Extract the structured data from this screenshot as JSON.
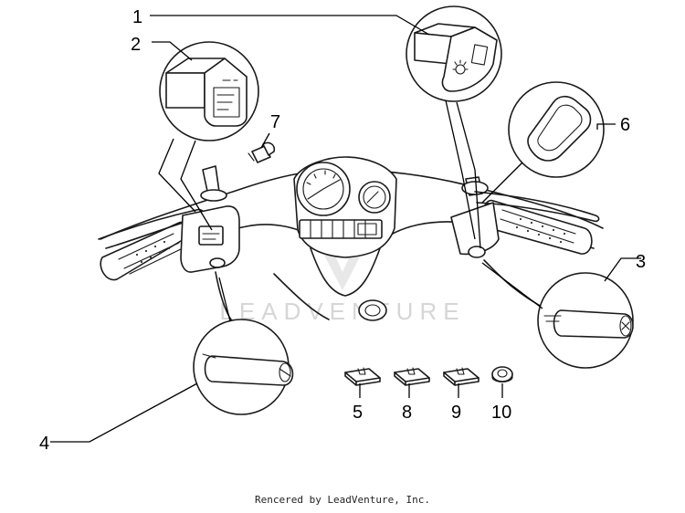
{
  "diagram": {
    "callouts": {
      "c1": "1",
      "c2": "2",
      "c3": "3",
      "c4": "4",
      "c5": "5",
      "c6": "6",
      "c7": "7",
      "c8": "8",
      "c9": "9",
      "c10": "10"
    },
    "watermark": "LEADVENTURE",
    "credit": "Rencered by LeadVenture, Inc."
  }
}
